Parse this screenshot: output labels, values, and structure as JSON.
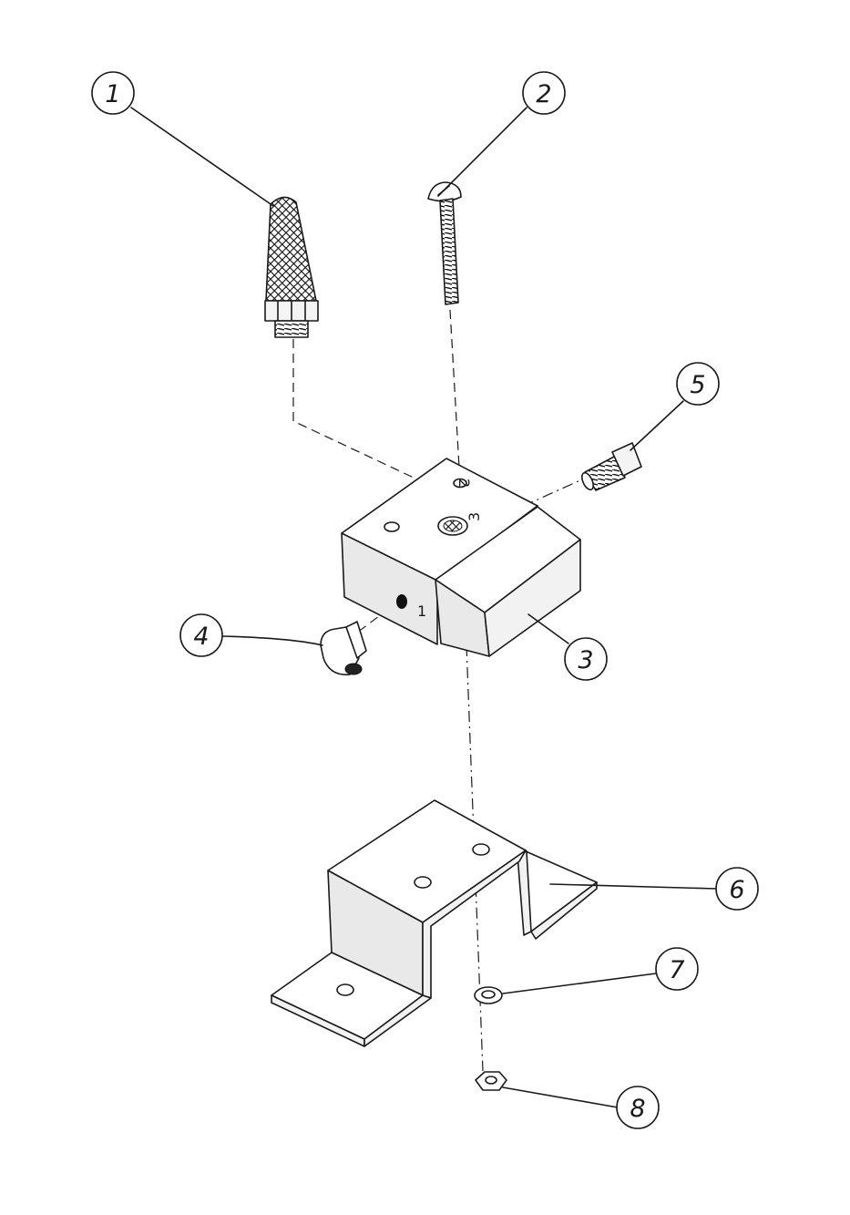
{
  "balloons": [
    {
      "id": "1",
      "label": "1"
    },
    {
      "id": "2",
      "label": "2"
    },
    {
      "id": "3",
      "label": "3"
    },
    {
      "id": "4",
      "label": "4"
    },
    {
      "id": "5",
      "label": "5"
    },
    {
      "id": "6",
      "label": "6"
    },
    {
      "id": "7",
      "label": "7"
    },
    {
      "id": "8",
      "label": "8"
    }
  ],
  "ports": {
    "port1": "1",
    "port2": "2",
    "port3": "3"
  }
}
